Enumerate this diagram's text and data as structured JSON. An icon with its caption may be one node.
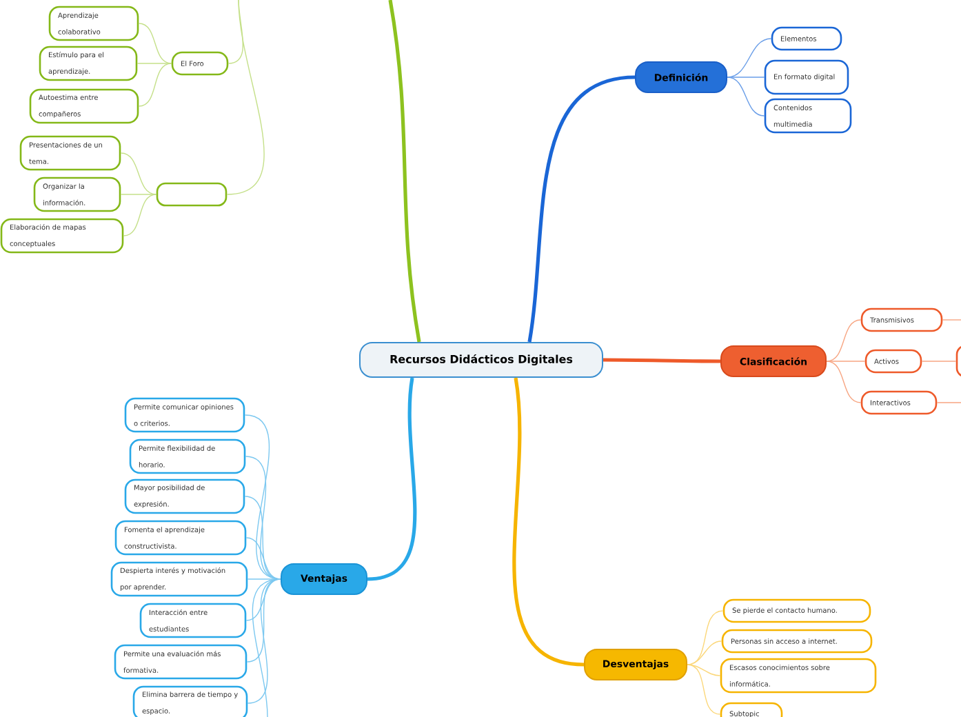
{
  "diagram": {
    "nodes": [
      {
        "text": [
          "Recursos Didácticos Digitales"
        ]
      },
      {
        "text": [
          "Definición"
        ]
      },
      {
        "text": [
          "Elementos"
        ]
      },
      {
        "text": [
          "En formato digital"
        ]
      },
      {
        "text": [
          "Contenidos multimedia"
        ]
      },
      {
        "text": [
          "Clasificación"
        ]
      },
      {
        "text": [
          "Transmisivos"
        ]
      },
      {
        "text": [
          "Activos"
        ]
      },
      {
        "text": [],
        "shape": "box"
      },
      {
        "text": [
          "Interactivos"
        ]
      },
      {
        "text": [
          "Ventajas"
        ]
      },
      {
        "text": [
          "Permite comunicar opiniones o criterios."
        ]
      },
      {
        "text": [
          "Permite flexibilidad de horario."
        ]
      },
      {
        "text": [
          "Mayor posibilidad de expresión."
        ]
      },
      {
        "text": [
          "Fomenta el aprendizaje constructivista."
        ]
      },
      {
        "text": [
          "Despierta interés y motivación por aprender."
        ]
      },
      {
        "text": [
          "Interacción entre estudiantes"
        ]
      },
      {
        "text": [
          "Permite una evaluación más formativa."
        ]
      },
      {
        "text": [
          "Elimina barrera de tiempo y espacio."
        ]
      },
      {
        "text": [
          "Desventajas"
        ]
      },
      {
        "text": [
          "Se pierde el contacto humano."
        ]
      },
      {
        "text": [
          "Personas sin acceso a internet."
        ]
      },
      {
        "text": [
          "Escasos conocimientos sobre informática."
        ]
      },
      {
        "text": [
          "Subtopic"
        ]
      },
      {
        "text": [
          "El Foro"
        ]
      },
      {
        "text": [
          "Aprendizaje colaborativo"
        ]
      },
      {
        "text": [
          "Estímulo para el aprendizaje."
        ]
      },
      {
        "text": [
          "Autoestima entre compañeros"
        ]
      },
      {
        "text": [],
        "shape": "box"
      },
      {
        "text": [
          "Presentaciones de un tema."
        ]
      },
      {
        "text": [
          "Organizar la información."
        ]
      },
      {
        "text": [
          "Elaboración de mapas conceptuales"
        ]
      }
    ],
    "edges": [
      {
        "from": 0,
        "to": 1,
        "arrow": "none",
        "style": "thick",
        "color": "#1a66d6"
      },
      {
        "from": 1,
        "to": 2,
        "arrow": "none",
        "color": "#6a9ee8"
      },
      {
        "from": 1,
        "to": 3,
        "arrow": "none",
        "color": "#6a9ee8"
      },
      {
        "from": 1,
        "to": 4,
        "arrow": "none",
        "color": "#6a9ee8"
      },
      {
        "from": 0,
        "to": 5,
        "arrow": "none",
        "style": "thick",
        "color": "#ee5a2a"
      },
      {
        "from": 5,
        "to": 6,
        "arrow": "none",
        "color": "#f7a582"
      },
      {
        "from": 5,
        "to": 7,
        "arrow": "none",
        "color": "#f7a582"
      },
      {
        "from": 5,
        "to": 9,
        "arrow": "none",
        "color": "#f7a582"
      },
      {
        "from": 7,
        "to": 28,
        "arrow": "none",
        "color": "#f7a582"
      },
      {
        "from": 6,
        "to": null,
        "arrow": "none",
        "color": "#f7a582"
      },
      {
        "from": 9,
        "to": null,
        "arrow": "none",
        "color": "#f7a582"
      },
      {
        "from": 0,
        "to": 10,
        "arrow": "none",
        "style": "thick",
        "color": "#29a8e8"
      },
      {
        "from": 10,
        "to": 11,
        "arrow": "none"
      },
      {
        "from": 10,
        "to": 12,
        "arrow": "none"
      },
      {
        "from": 10,
        "to": 13,
        "arrow": "none"
      },
      {
        "from": 10,
        "to": 14,
        "arrow": "none"
      },
      {
        "from": 10,
        "to": 15,
        "arrow": "none"
      },
      {
        "from": 10,
        "to": 16,
        "arrow": "none"
      },
      {
        "from": 10,
        "to": 17,
        "arrow": "none"
      },
      {
        "from": 10,
        "to": 18,
        "arrow": "none"
      },
      {
        "from": 10,
        "to": null,
        "arrow": "none"
      },
      {
        "from": 0,
        "to": 19,
        "arrow": "none",
        "style": "thick",
        "color": "#f6b400"
      },
      {
        "from": 19,
        "to": 20,
        "arrow": "none",
        "color": "#fbd77a"
      },
      {
        "from": 19,
        "to": 21,
        "arrow": "none",
        "color": "#fbd77a"
      },
      {
        "from": 19,
        "to": 22,
        "arrow": "none",
        "color": "#fbd77a"
      },
      {
        "from": 19,
        "to": 23,
        "arrow": "none",
        "color": "#fbd77a"
      },
      {
        "from": 0,
        "to": null,
        "arrow": "none",
        "style": "thick",
        "color": "#8dc21f"
      },
      {
        "from": 24,
        "to": 25,
        "arrow": "none",
        "color": "#c5e08a"
      },
      {
        "from": 24,
        "to": 26,
        "arrow": "none",
        "color": "#c5e08a"
      },
      {
        "from": 24,
        "to": 27,
        "arrow": "none",
        "color": "#c5e08a"
      },
      {
        "from": 8,
        "to": 29,
        "arrow": "none",
        "color": "#c5e08a"
      },
      {
        "from": 8,
        "to": 30,
        "arrow": "none",
        "color": "#c5e08a"
      },
      {
        "from": 8,
        "to": 31,
        "arrow": "none",
        "color": "#c5e08a"
      },
      {
        "from": 24,
        "to": null,
        "arrow": "none",
        "color": "#c5e08a"
      },
      {
        "from": 8,
        "to": null,
        "arrow": "none",
        "color": "#c5e08a"
      }
    ]
  }
}
